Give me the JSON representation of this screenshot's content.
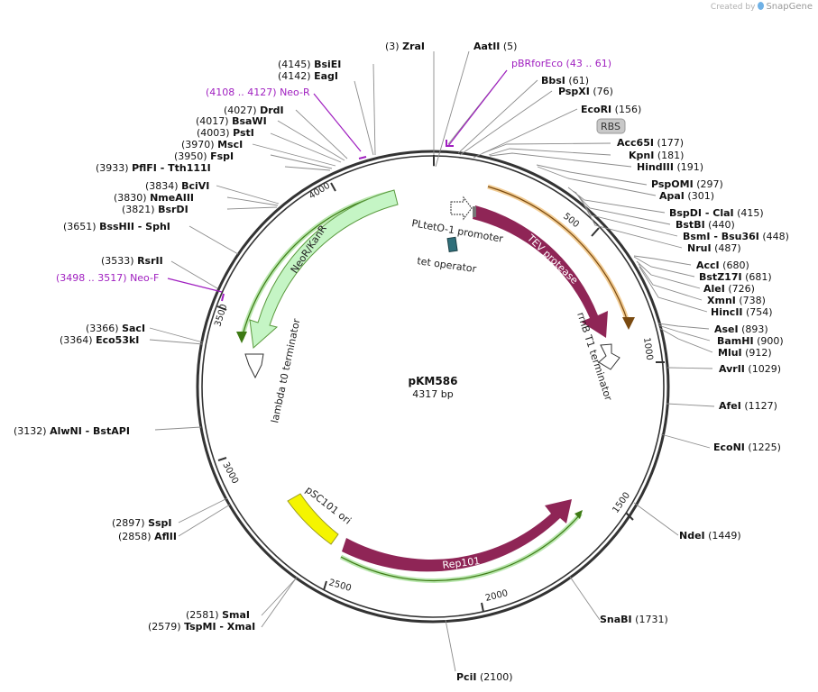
{
  "watermark": {
    "prefix": "Created by",
    "brand": "SnapGene"
  },
  "plasmid": {
    "name": "pKM586",
    "length_label": "4317 bp",
    "length": 4317
  },
  "ticks": [
    "500",
    "1000",
    "1500",
    "2000",
    "2500",
    "3000",
    "3500",
    "4000"
  ],
  "enzymes": [
    {
      "pos": "(3)",
      "name": "ZraI"
    },
    {
      "pos": "(5)",
      "name": "AatII"
    },
    {
      "pos": "(61)",
      "name": "BbsI"
    },
    {
      "pos": "(76)",
      "name": "PspXI"
    },
    {
      "pos": "(156)",
      "name": "EcoRI"
    },
    {
      "pos": "(177)",
      "name": "Acc65I"
    },
    {
      "pos": "(181)",
      "name": "KpnI"
    },
    {
      "pos": "(191)",
      "name": "HindIII"
    },
    {
      "pos": "(297)",
      "name": "PspOMI"
    },
    {
      "pos": "(301)",
      "name": "ApaI"
    },
    {
      "pos": "(415)",
      "name": "BspDI - ClaI"
    },
    {
      "pos": "(440)",
      "name": "BstBI"
    },
    {
      "pos": "(448)",
      "name": "BsmI - Bsu36I"
    },
    {
      "pos": "(487)",
      "name": "NruI"
    },
    {
      "pos": "(680)",
      "name": "AccI"
    },
    {
      "pos": "(681)",
      "name": "BstZ17I"
    },
    {
      "pos": "(726)",
      "name": "AleI"
    },
    {
      "pos": "(738)",
      "name": "XmnI"
    },
    {
      "pos": "(754)",
      "name": "HincII"
    },
    {
      "pos": "(893)",
      "name": "AseI"
    },
    {
      "pos": "(900)",
      "name": "BamHI"
    },
    {
      "pos": "(912)",
      "name": "MluI"
    },
    {
      "pos": "(1029)",
      "name": "AvrII"
    },
    {
      "pos": "(1127)",
      "name": "AfeI"
    },
    {
      "pos": "(1225)",
      "name": "EcoNI"
    },
    {
      "pos": "(1449)",
      "name": "NdeI"
    },
    {
      "pos": "(1731)",
      "name": "SnaBI"
    },
    {
      "pos": "(2100)",
      "name": "PciI"
    },
    {
      "pos": "(2581)",
      "name": "SmaI"
    },
    {
      "pos": "(2579)",
      "name": "TspMI - XmaI"
    },
    {
      "pos": "(2897)",
      "name": "SspI"
    },
    {
      "pos": "(2858)",
      "name": "AflII"
    },
    {
      "pos": "(3132)",
      "name": "AlwNI - BstAPI"
    },
    {
      "pos": "(3366)",
      "name": "SacI"
    },
    {
      "pos": "(3364)",
      "name": "Eco53kI"
    },
    {
      "pos": "(3533)",
      "name": "RsrII"
    },
    {
      "pos": "(3651)",
      "name": "BssHII - SphI"
    },
    {
      "pos": "(3834)",
      "name": "BciVI"
    },
    {
      "pos": "(3830)",
      "name": "NmeAIII"
    },
    {
      "pos": "(3821)",
      "name": "BsrDI"
    },
    {
      "pos": "(3950)",
      "name": "FspI"
    },
    {
      "pos": "(3933)",
      "name": "PflFI - Tth111I"
    },
    {
      "pos": "(3970)",
      "name": "MscI"
    },
    {
      "pos": "(4003)",
      "name": "PstI"
    },
    {
      "pos": "(4017)",
      "name": "BsaWI"
    },
    {
      "pos": "(4027)",
      "name": "DrdI"
    },
    {
      "pos": "(4142)",
      "name": "EagI"
    },
    {
      "pos": "(4145)",
      "name": "BsiEI"
    }
  ],
  "primers": [
    {
      "name": "pBRforEco",
      "range": "(43 .. 61)"
    },
    {
      "name": "Neo-R",
      "range": "(4108 .. 4127)"
    },
    {
      "name": "Neo-F",
      "range": "(3498 .. 3517)"
    }
  ],
  "features": [
    {
      "name": "TEV protease",
      "kind": "CDS",
      "color": "#8f2556"
    },
    {
      "name": "Rep101",
      "kind": "CDS",
      "color": "#8f2556"
    },
    {
      "name": "NeoR/KanR",
      "kind": "CDS",
      "color": "#c5f5c5"
    },
    {
      "name": "pSC101 ori",
      "kind": "origin",
      "color": "#f5f500"
    },
    {
      "name": "PLtetO-1 promoter",
      "kind": "promoter",
      "color": "#ffffff"
    },
    {
      "name": "tet operator",
      "kind": "protein_bind",
      "color": "#2f6f7a"
    },
    {
      "name": "rrnB T1 terminator",
      "kind": "terminator",
      "color": "#ffffff"
    },
    {
      "name": "lambda t0 terminator",
      "kind": "terminator",
      "color": "#ffffff"
    },
    {
      "name": "RBS",
      "kind": "RBS",
      "color": "#c8c8c8"
    }
  ],
  "colors": {
    "backbone": "#333333",
    "enzyme_line": "#8c8c8c",
    "primer": "#a020c0",
    "orf_orange": "#e8a33a",
    "orf_green": "#4a8c1c"
  }
}
